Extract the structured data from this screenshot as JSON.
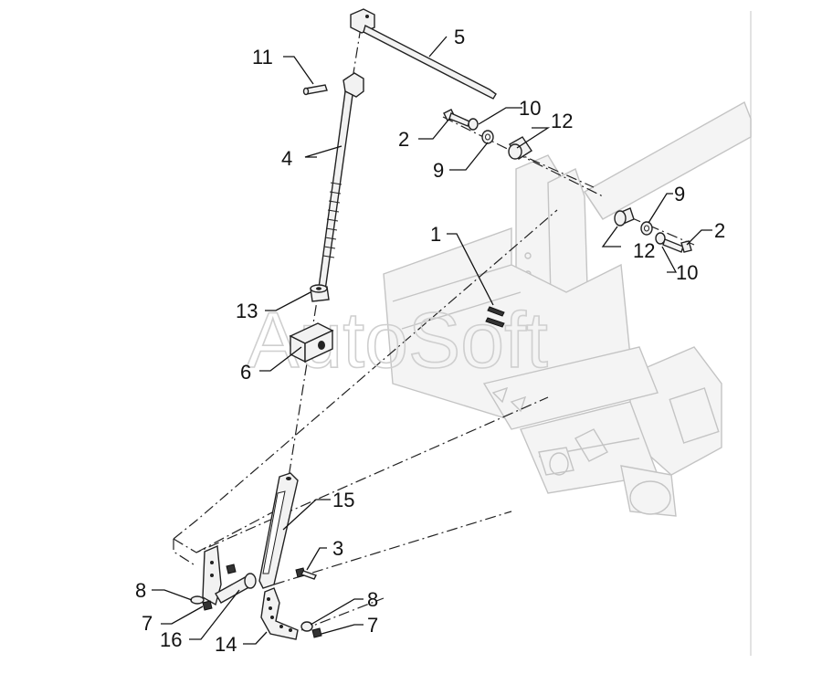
{
  "watermark": "AutoSoft",
  "callouts": {
    "c1": "1",
    "c2a": "2",
    "c2b": "2",
    "c3": "3",
    "c4": "4",
    "c5": "5",
    "c6": "6",
    "c7a": "7",
    "c7b": "7",
    "c8a": "8",
    "c8b": "8",
    "c9a": "9",
    "c9b": "9",
    "c10a": "10",
    "c10b": "10",
    "c11": "11",
    "c12a": "12",
    "c12b": "12",
    "c13": "13",
    "c14": "14",
    "c15": "15",
    "c16": "16"
  }
}
